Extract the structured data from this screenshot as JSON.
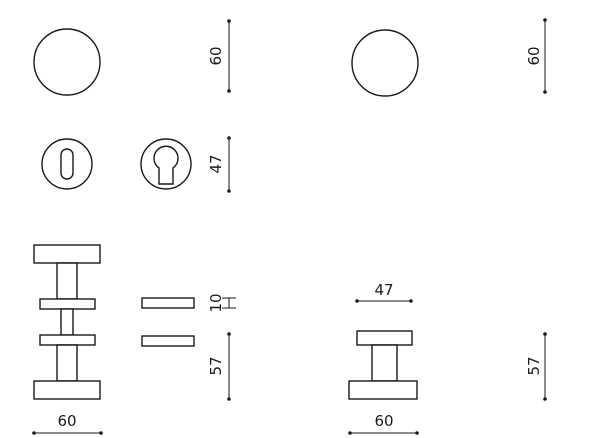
{
  "colors": {
    "line": "#1a1a1a",
    "background": "#ffffff"
  },
  "dimensions": {
    "rosette_diameter_left": "60",
    "rosette_diameter_right": "60",
    "escutcheon_height": "47",
    "escutcheon_thickness": "10",
    "knob_projection_left": "57",
    "knob_projection_right": "57",
    "knob_width_left": "60",
    "knob_width_right": "60",
    "knob_neck_width": "47"
  }
}
